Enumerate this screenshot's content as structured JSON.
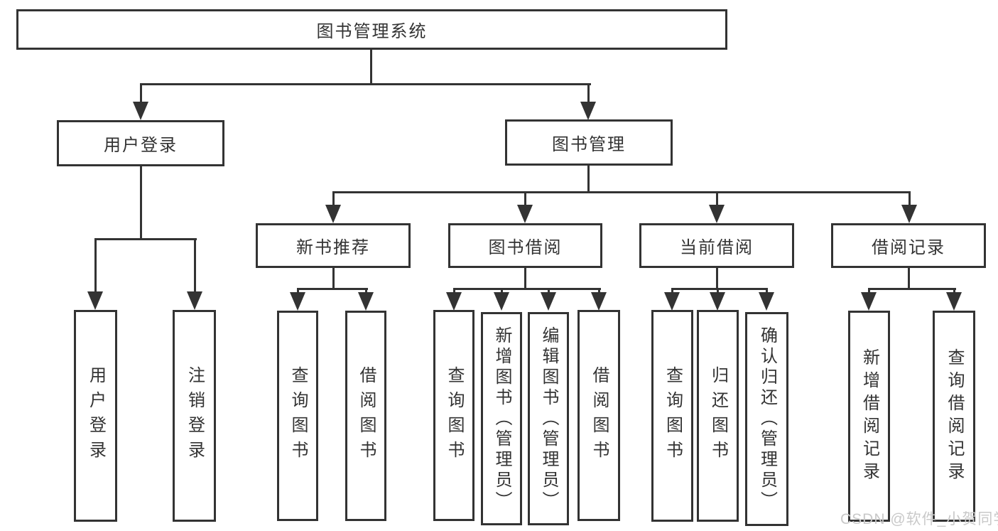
{
  "nodes": {
    "root": "图书管理系统",
    "user_login": "用户登录",
    "book_mgmt": "图书管理",
    "new_books": "新书推荐",
    "book_borrow": "图书借阅",
    "current_borrow": "当前借阅",
    "borrow_records": "借阅记录",
    "ul_user_login": "用户登录",
    "ul_logout": "注销登录",
    "nb_query_books": "查询图书",
    "nb_borrow_books": "借阅图书",
    "bb_query_books": "查询图书",
    "bb_add_books": "新增图书（管理员）",
    "bb_edit_books": "编辑图书（管理员）",
    "bb_borrow_books": "借阅图书",
    "cb_query_books": "查询图书",
    "cb_return_books": "归还图书",
    "cb_confirm_return": "确认归还（管理员）",
    "rec_add": "新增借阅记录",
    "rec_query": "查询借阅记录"
  },
  "watermark": "CSDN @软件_小贺同学",
  "colors": {
    "line": "#333333",
    "box_fill": "#ffffff",
    "text": "#333333",
    "watermark": "#c9c9c9",
    "bg": "#ffffff"
  }
}
